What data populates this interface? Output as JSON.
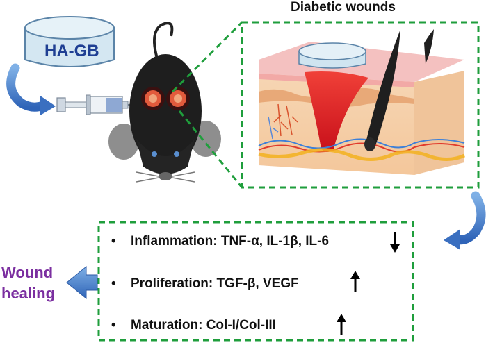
{
  "title": "Diabetic wounds",
  "hydrogel_label": "HA-GB",
  "outcome_label_line1": "Wound",
  "outcome_label_line2": "healing",
  "stages": [
    {
      "text": "Inflammation: TNF-α, IL-1β, IL-6",
      "trend": "down"
    },
    {
      "text": "Proliferation: TGF-β, VEGF",
      "trend": "up"
    },
    {
      "text": "Maturation: Col-I/Col-III",
      "trend": "up"
    }
  ],
  "bullet": "•",
  "icons": [
    "hydrogel-disc-icon",
    "syringe-icon",
    "mouse-icon",
    "skin-cross-section-icon",
    "curved-arrow-icon",
    "left-arrow-icon",
    "up-arrow-icon",
    "down-arrow-icon"
  ],
  "colors": {
    "hydrogel": "#cfe4f0",
    "frame_dash": "#1f9e3c",
    "arrow_blue": "#4a82c8",
    "wound_red": "#e0242c",
    "outcome_text": "#7b2fa0",
    "hydrogel_text": "#1f3f93"
  }
}
